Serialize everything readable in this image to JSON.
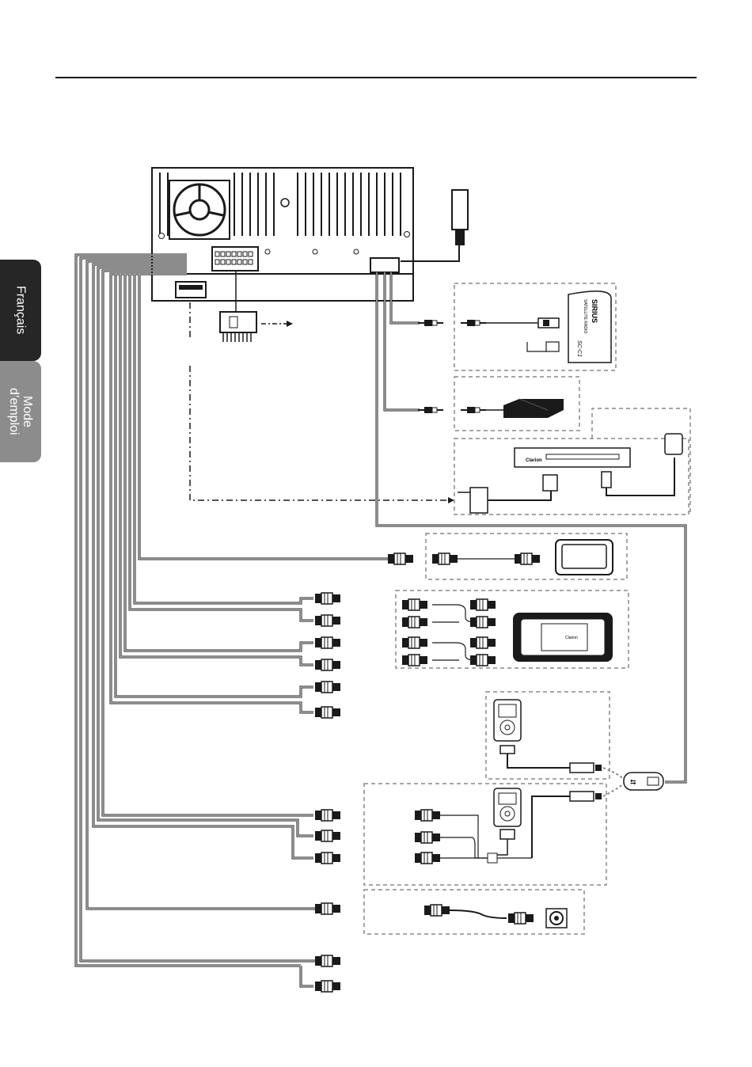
{
  "sidebar": {
    "tabs": [
      {
        "label": "Français",
        "active": true
      },
      {
        "label": "Mode\nd’emploi",
        "active": false
      }
    ]
  },
  "diagram": {
    "labels": {
      "sirius_brand": "SIRIUS",
      "sirius_sub": "SATELLITE RADIO",
      "sirius_model": "SC-C1",
      "changer_brand": "Clarion",
      "amp_brand": "Clarion"
    }
  },
  "colors": {
    "line": "#1a1a1a",
    "dashed_box": "#888888",
    "active_tab": "#262626",
    "inactive_tab": "#8c8c8c"
  }
}
